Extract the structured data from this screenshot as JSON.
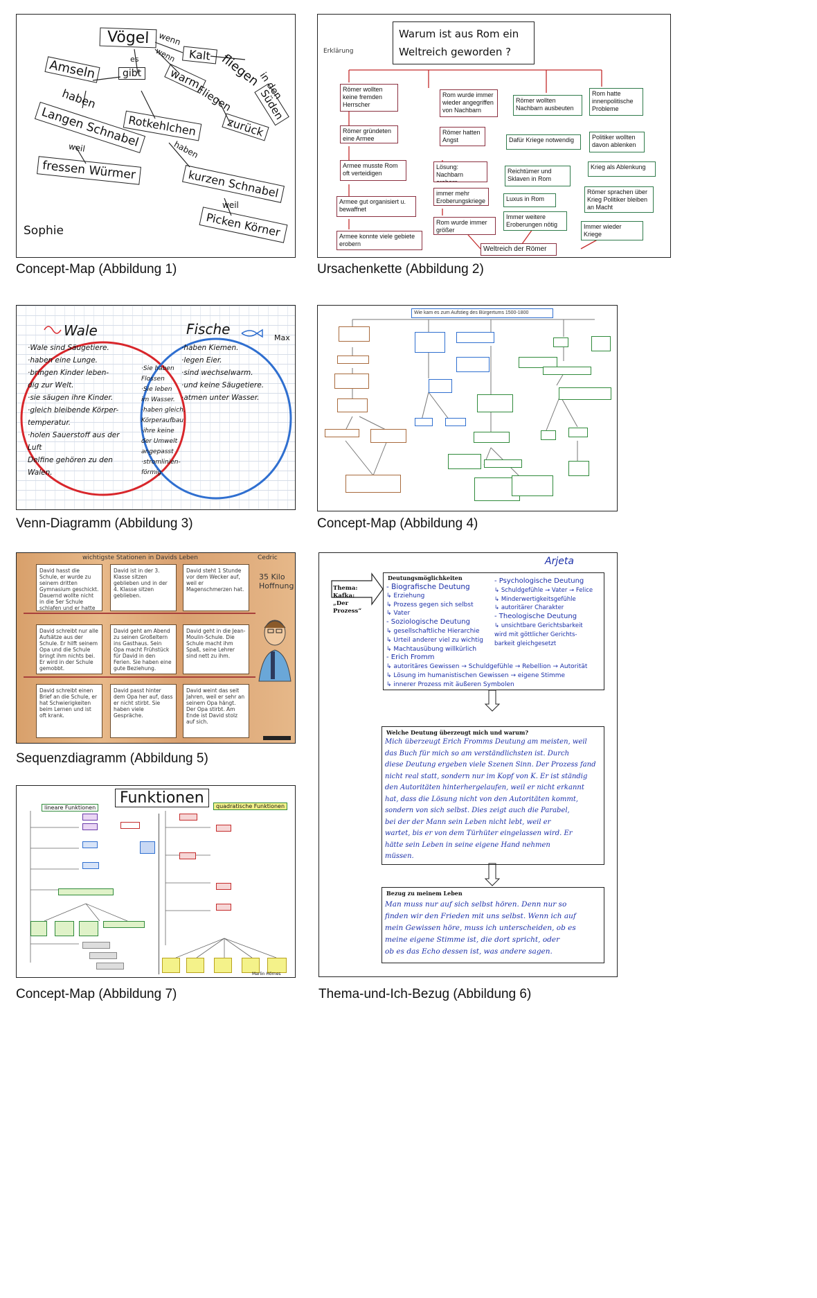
{
  "figures": [
    {
      "caption": "Concept-Map (Abbildung 1)",
      "author": "Sophie",
      "words": {
        "voegel": "Vögel",
        "wenn1": "wenn",
        "kalt": "Kalt",
        "fliegen": "fliegen",
        "inden": "in den",
        "sueden": "Süden",
        "es": "es",
        "gibt": "gibt",
        "wenn2": "wenn",
        "warm": "warm",
        "fliegen2": "Fliegen",
        "zurueck": "zurück",
        "amseln": "Amseln",
        "haben1": "haben",
        "langen": "Langen Schnabel",
        "weil1": "weil",
        "fressen": "fressen Würmer",
        "rotkehlchen": "Rotkehlchen",
        "haben2": "haben",
        "kurzen": "kurzen Schnabel",
        "weil2": "weil",
        "picken": "Picken Körner"
      }
    },
    {
      "caption": "Ursachenkette (Abbildung 2)",
      "title": "Warum ist aus Rom ein Weltreich geworden ?",
      "label": "Erklärung",
      "col1": [
        "Römer wollten keine fremden Herrscher",
        "Römer gründeten eine Armee",
        "Armee musste Rom oft verteidigen",
        "Armee gut organisiert u. bewaffnet",
        "Armee konnte viele gebiete erobern"
      ],
      "col2": [
        "Rom wurde immer wieder angegriffen von Nachbarn",
        "Römer hatten Angst",
        "Lösung: Nachbarn erobern",
        "immer mehr Eroberungskriege",
        "Rom wurde immer größer"
      ],
      "col3": [
        "Römer wollten Nachbarn ausbeuten",
        "Dafür Kriege notwendig",
        "Reichtümer und Sklaven in Rom",
        "Luxus in Rom",
        "Immer weitere Eroberungen nötig"
      ],
      "col4": [
        "Rom hatte innenpolitische Probleme",
        "Politiker wollten davon ablenken",
        "Krieg als Ablenkung",
        "Römer sprachen über Krieg Politiker bleiben an Macht",
        "Immer wieder Kriege"
      ],
      "result": "Weltreich der Römer"
    },
    {
      "caption": "Venn-Diagramm (Abbildung 3)",
      "left_title": "Wale",
      "right_title": "Fische",
      "author": "Max",
      "left_items": [
        "·Wale sind Säugetiere.",
        "·haben eine Lunge.",
        "·bringen Kinder leben-",
        "dig zur Welt.",
        "·sie säugen ihre Kinder.",
        "·gleich bleibende Körper-",
        "temperatur.",
        "·holen Sauerstoff aus der",
        "Luft",
        "Delfine gehören zu den",
        "Walen."
      ],
      "middle_items": [
        "·Sie haben",
        "Flossen",
        "·Sie leben",
        "im Wasser.",
        "·haben gleich.",
        "Körperaufbau",
        "·ihre keine",
        "der Umwelt",
        "angepasst",
        "·stromlinien-",
        "förmig"
      ],
      "right_items": [
        "·haben Kiemen.",
        "·legen Eier.",
        "·sind wechselwarm.",
        "·und keine Säugetiere.",
        "·atmen unter Wasser."
      ]
    },
    {
      "caption": "Concept-Map (Abbildung 4)",
      "title": "Wie kam es zum Aufstieg des Bürgertums 1500-1800"
    },
    {
      "caption": "Sequenzdiagramm (Abbildung 5)",
      "title": "wichtigste Stationen in Davids Leben",
      "author": "Cedric",
      "side_note": "35 Kilo Hoffnung",
      "cells": [
        "David hasst die Schule, er wurde zu seinem dritten Gymnasium geschickt. Dauernd wollte nicht in die 5er Schule schlafen und er hatte nie geschickt.",
        "David ist in der 3. Klasse sitzen geblieben und in der 4. Klasse sitzen geblieben.",
        "David steht 1 Stunde vor dem Wecker auf, weil er Magenschmerzen hat.",
        "David schreibt nur alle Aufsätze aus der Schule. Er hilft seinem Opa und die Schule bringt ihm nichts bei. Er wird in der Schule gemobbt.",
        "David geht am Abend zu seinen Großeltern ins Gasthaus. Sein Opa macht Frühstück für David in den Ferien. Sie haben eine gute Beziehung.",
        "David geht in die Jean-Moulin-Schule. Die Schule macht ihm Spaß, seine Lehrer sind nett zu ihm.",
        "David schreibt einen Brief an die Schule, er hat Schwierigkeiten beim Lernen und ist oft krank.",
        "David passt hinter dem Opa her auf, dass er nicht stirbt. Sie haben viele Gespräche.",
        "David weint das seit Jahren, weil er sehr an seinem Opa hängt. Der Opa stirbt. Am Ende ist David stolz auf sich."
      ]
    },
    {
      "caption": "Thema-und-Ich-Bezug (Abbildung 6)",
      "author": "Arjeta",
      "theme_label": "Thema:",
      "theme_author": "Kafka:",
      "theme_title": "„Der Prozess“",
      "box1_title": "Deutungsmöglichkeiten",
      "box1_left": [
        "- Biografische Deutung",
        "↳ Erziehung",
        "↳ Prozess gegen sich selbst",
        "↳ Vater",
        "- Soziologische Deutung",
        "↳ gesellschaftliche Hierarchie",
        "↳ Urteil anderer viel zu wichtig",
        "↳ Machtausübung willkürlich",
        "- Erich Fromm",
        "↳ autoritäres Gewissen → Schuldgefühle → Rebellion → Autorität",
        "↳ Lösung im humanistischen Gewissen → eigene Stimme",
        "↳ innerer Prozess mit äußeren Symbolen"
      ],
      "box1_right": [
        "- Psychologische Deutung",
        "↳ Schuldgefühle → Vater → Felice",
        "↳ Minderwertigkeitsgefühle",
        "↳ autoritärer Charakter",
        "- Theologische Deutung",
        "↳ unsichtbare Gerichtsbarkeit",
        "wird mit göttlicher Gerichts-",
        "barkeit gleichgesetzt"
      ],
      "box2_title": "Welche Deutung überzeugt mich und warum?",
      "box2_lines": [
        "Mich überzeugt Erich Fromms Deutung am meisten, weil",
        "das Buch für mich so am verständlichsten ist. Durch",
        "diese Deutung ergeben viele Szenen Sinn. Der Prozess fand",
        "nicht real statt, sondern nur im Kopf von K. Er ist ständig",
        "den Autoritäten hinterhergelaufen, weil er nicht erkannt",
        "hat, dass die Lösung nicht von den Autoritäten kommt,",
        "sondern von sich selbst. Dies zeigt auch die Parabel,",
        "bei der der Mann sein Leben nicht lebt, weil er",
        "wartet, bis er von dem Türhüter eingelassen wird. Er",
        "hätte sein Leben in seine eigene Hand nehmen",
        "müssen."
      ],
      "box3_title": "Bezug zu meinem Leben",
      "box3_lines": [
        "Man muss nur auf sich selbst hören. Denn nur so",
        "finden wir den Frieden mit uns selbst. Wenn ich auf",
        "mein Gewissen höre, muss ich unterscheiden, ob es",
        "meine eigene Stimme ist, die dort spricht, oder",
        "ob es das Echo dessen ist, was andere sagen."
      ]
    },
    {
      "caption": "Concept-Map (Abbildung 7)",
      "title": "Funktionen",
      "left_header": "lineare Funktionen",
      "right_header": "quadratische Funktionen",
      "author": "Marlin Hörnes"
    }
  ],
  "colors": {
    "red": "#d8262b",
    "blue": "#2f6fd0",
    "green": "#2f8a3a",
    "brown": "#a86a3c",
    "ink": "#1b2fa8"
  }
}
